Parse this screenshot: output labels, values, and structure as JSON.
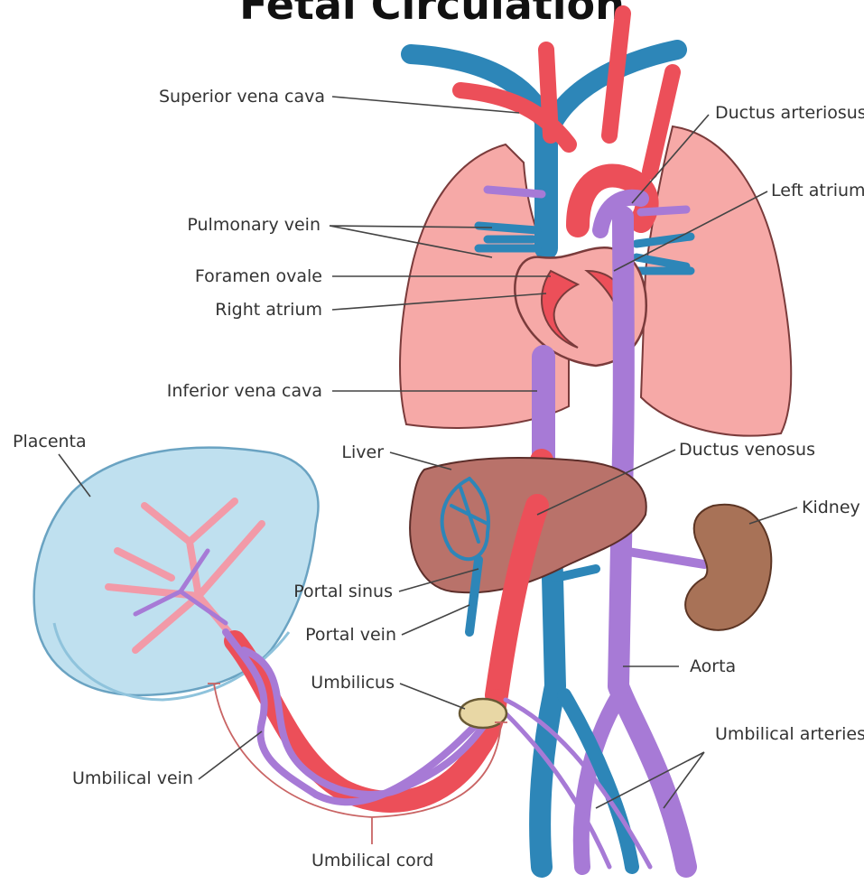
{
  "title": "Fetal Circulation",
  "labels": {
    "superior_vena_cava": "Superior vena cava",
    "ductus_arteriosus": "Ductus arteriosus",
    "left_atrium": "Left atrium",
    "pulmonary_vein": "Pulmonary vein",
    "foramen_ovale": "Foramen ovale",
    "right_atrium": "Right atrium",
    "inferior_vena_cava": "Inferior vena cava",
    "placenta": "Placenta",
    "liver": "Liver",
    "ductus_venosus": "Ductus venosus",
    "kidney": "Kidney",
    "portal_sinus": "Portal sinus",
    "portal_vein": "Portal vein",
    "aorta": "Aorta",
    "umbilicus": "Umbilicus",
    "umbilical_arteries": "Umbilical arteries",
    "umbilical_vein": "Umbilical vein",
    "umbilical_cord": "Umbilical cord"
  },
  "colors": {
    "oxygenated": "#ec4f59",
    "deoxygenated": "#2d86b8",
    "mixed": "#a77ad6",
    "lung": "#f6a9a7",
    "liver": "#b9726a",
    "kidney": "#a87257",
    "placenta": "#bfe0ef"
  }
}
